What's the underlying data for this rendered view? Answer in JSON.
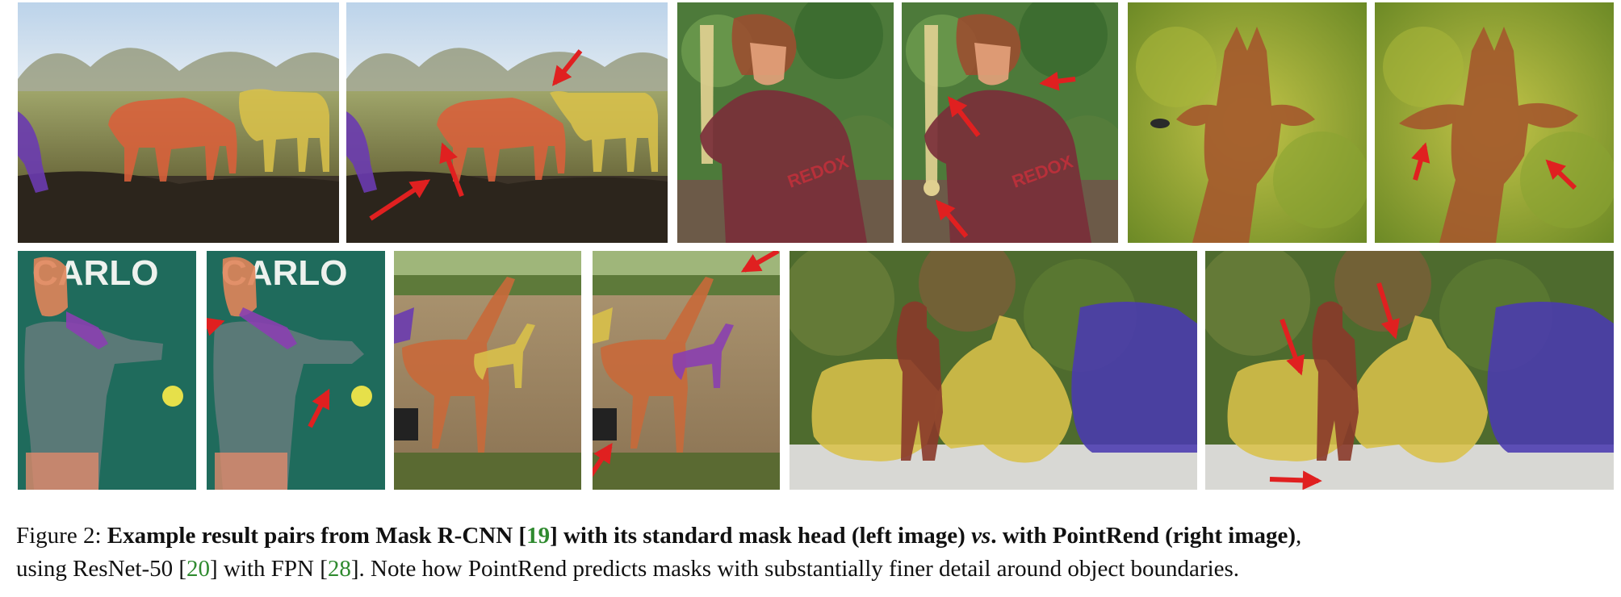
{
  "figure": {
    "colors": {
      "citation": "#2f8a2f",
      "arrow": "#e02020",
      "mask_orange": "#d9603a",
      "mask_yellow": "#d8c04a",
      "mask_purple": "#6a3bb0",
      "mask_brown": "#8a3a2a"
    },
    "panels": [
      {
        "scene": "zebras",
        "method": "Mask R-CNN",
        "arrows": 0
      },
      {
        "scene": "zebras",
        "method": "PointRend",
        "arrows": 3
      },
      {
        "scene": "boy-with-bat",
        "method": "Mask R-CNN",
        "arrows": 0
      },
      {
        "scene": "boy-with-bat",
        "method": "PointRend",
        "arrows": 3
      },
      {
        "scene": "giraffe-head",
        "method": "Mask R-CNN",
        "arrows": 0
      },
      {
        "scene": "giraffe-head",
        "method": "PointRend",
        "arrows": 2
      },
      {
        "scene": "tennis-player",
        "method": "Mask R-CNN",
        "arrows": 0
      },
      {
        "scene": "tennis-player",
        "method": "PointRend",
        "arrows": 2
      },
      {
        "scene": "giraffes-field",
        "method": "Mask R-CNN",
        "arrows": 0
      },
      {
        "scene": "giraffes-field",
        "method": "PointRend",
        "arrows": 2
      },
      {
        "scene": "motorcycle-police",
        "method": "Mask R-CNN",
        "arrows": 0
      },
      {
        "scene": "motorcycle-police",
        "method": "PointRend",
        "arrows": 3
      }
    ],
    "photo_text": {
      "banner": "CARLO",
      "shirt": "REDOX"
    },
    "caption": {
      "label": "Figure 2:",
      "bold_1": "Example result pairs from Mask R-CNN [",
      "cite_1": "19",
      "bold_2": "] with its standard mask head (left image)",
      "vs": "vs",
      "bold_3": ". with PointRend (right image)",
      "text_1": ",",
      "text_2": "using ResNet-50 [",
      "cite_2": "20",
      "text_3": "] with FPN [",
      "cite_3": "28",
      "text_4": "]. Note how PointRend predicts masks with substantially finer detail around object boundaries."
    }
  }
}
